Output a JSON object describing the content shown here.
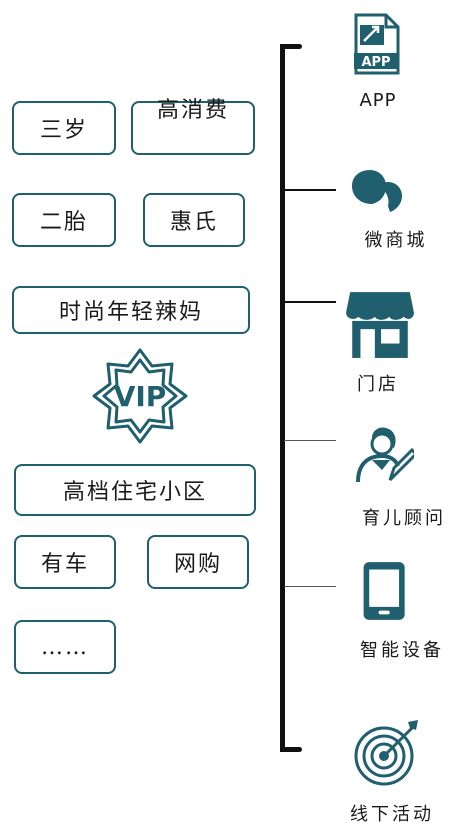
{
  "colors": {
    "accent": "#1f5f6e",
    "line": "#111111"
  },
  "tags": {
    "t1": "三岁",
    "t2": "高消费",
    "t3": "二胎",
    "t4": "惠氏",
    "t5": "时尚年轻辣妈",
    "t6": "高档住宅小区",
    "t7": "有车",
    "t8": "网购",
    "t9": "……"
  },
  "vip_label": "VIP",
  "channels": [
    {
      "label": "APP",
      "icon": "app-file-icon",
      "icon_text": "APP"
    },
    {
      "label": "微商城",
      "icon": "chat-bubbles-icon"
    },
    {
      "label": "门店",
      "icon": "storefront-icon"
    },
    {
      "label": "育儿顾问",
      "icon": "consultant-icon"
    },
    {
      "label": "智能设备",
      "icon": "tablet-icon"
    },
    {
      "label": "线下活动",
      "icon": "target-icon"
    }
  ]
}
